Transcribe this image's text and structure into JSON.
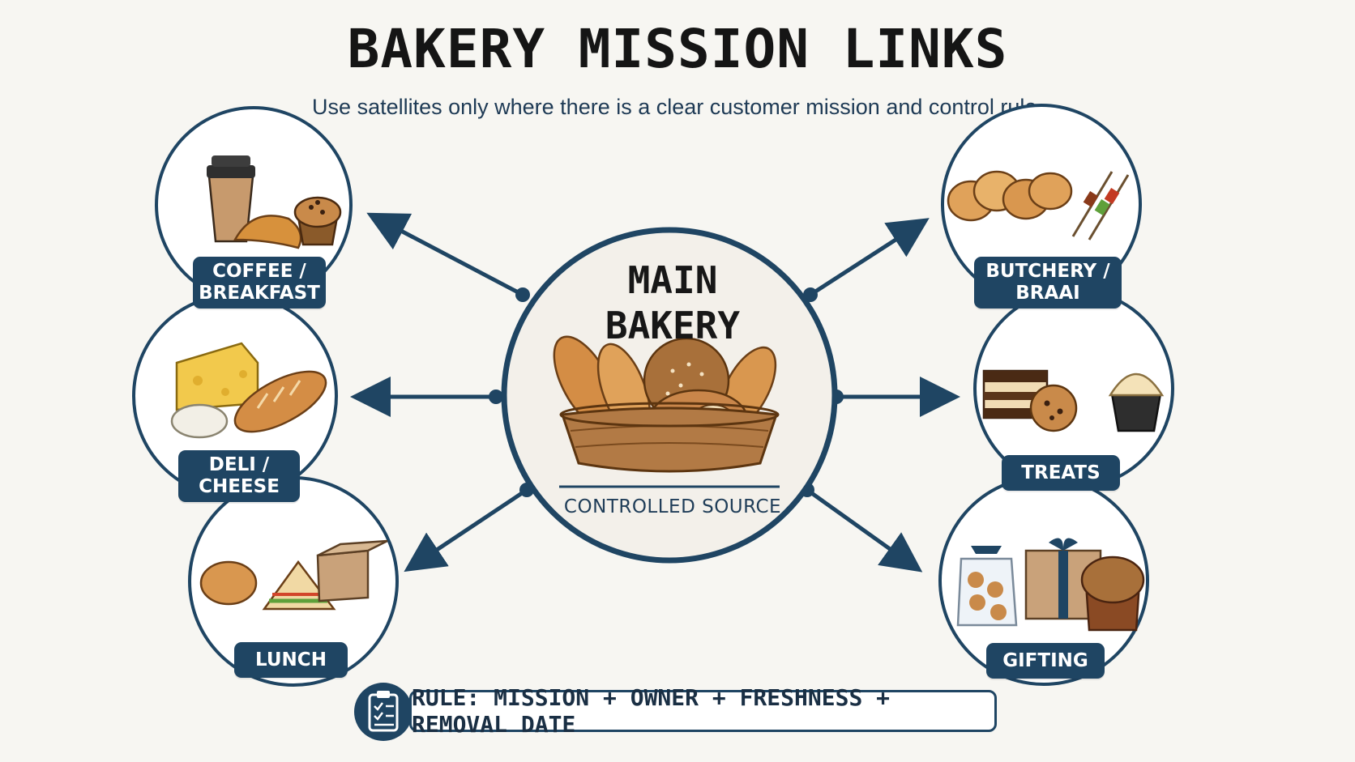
{
  "title": "BAKERY MISSION LINKS",
  "subtitle": "Use satellites only where there is a clear customer mission and control rule.",
  "center": {
    "title": "MAIN\nBAKERY",
    "caption": "CONTROLLED SOURCE"
  },
  "satellites": [
    {
      "label": "COFFEE /\nBREAKFAST",
      "icon": "coffee-croissant-muffin-icon"
    },
    {
      "label": "DELI /\nCHEESE",
      "icon": "cheese-baguette-icon"
    },
    {
      "label": "LUNCH",
      "icon": "pie-sandwich-box-icon"
    },
    {
      "label": "BUTCHERY /\nBRAAI",
      "icon": "rolls-kebab-icon"
    },
    {
      "label": "TREATS",
      "icon": "cake-cookie-cupcake-icon"
    },
    {
      "label": "GIFTING",
      "icon": "cookie-bag-giftbox-panettone-icon"
    }
  ],
  "rule": {
    "text": "RULE: MISSION + OWNER + FRESHNESS + REMOVAL DATE",
    "icon": "clipboard-checklist-icon"
  },
  "colors": {
    "navy": "#1f4563",
    "background": "#f7f6f2",
    "bread": "#d4914a",
    "basket": "#a8703a"
  }
}
